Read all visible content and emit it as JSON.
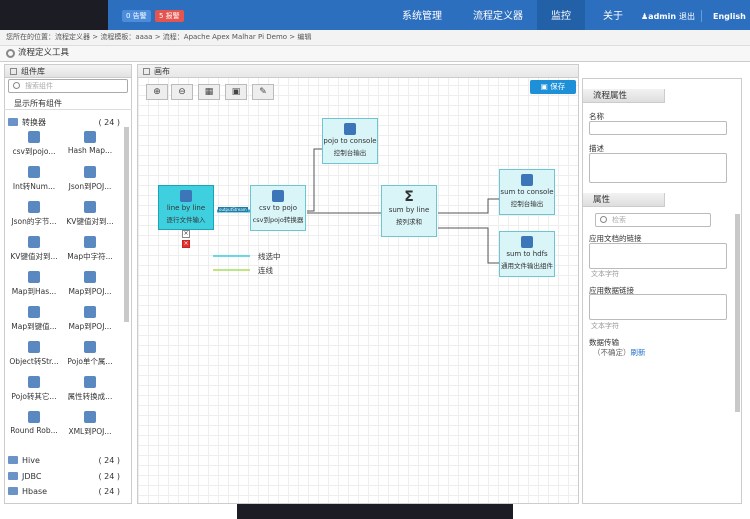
{
  "header": {
    "badge_info": "0 告警",
    "badge_alert": "5 报警",
    "nav": [
      "系统管理",
      "流程定义器",
      "监控",
      "关于"
    ],
    "user": "admin",
    "logout": "退出",
    "lang": "English"
  },
  "breadcrumb": "您所在的位置：流程定义器 > 流程模板：aaaa > 流程：Apache Apex Malhar Pi Demo > 编辑",
  "tool_title": "流程定义工具",
  "left": {
    "title": "组件库",
    "search_placeholder": "搜索组件",
    "show_all": "显示所有组件",
    "group1": {
      "name": "转换器",
      "count": "( 24 )"
    },
    "components": [
      "csv到pojo...",
      "Hash Map...",
      "Int转Num...",
      "Json到POJ...",
      "Json的字节...",
      "KV键值对到...",
      "KV键值对到...",
      "Map中字符...",
      "Map到Has...",
      "Map到POJ...",
      "Map到键值...",
      "Map到POJ...",
      "Object转Str...",
      "Pojo单个属...",
      "Pojo转其它...",
      "属性转换成...",
      "Round Rob...",
      "XML到POJ..."
    ],
    "groups": [
      {
        "name": "Hive",
        "count": "( 24 )"
      },
      {
        "name": "JDBC",
        "count": "( 24 )"
      },
      {
        "name": "Hbase",
        "count": "( 24 )"
      }
    ]
  },
  "canvas": {
    "title": "画布",
    "save": "保存",
    "nodes": {
      "line": {
        "t1": "line by line",
        "t2": "逐行文件输入"
      },
      "csv": {
        "t1": "csv to pojo",
        "t2": "csv到pojo转换器"
      },
      "console1": {
        "t1": "pojo to console",
        "t2": "控制台输出"
      },
      "sum": {
        "t1": "sum by line",
        "t2": "按列求和"
      },
      "console2": {
        "t1": "sum to console",
        "t2": "控制台输出"
      },
      "hdfs": {
        "t1": "sum to hdfs",
        "t2": "通用文件输出组件"
      }
    },
    "edge_label": "outputStream",
    "legend_selected": "线选中",
    "legend_link": "连线"
  },
  "props": {
    "title": "流程属性",
    "name_label": "名称",
    "desc_label": "描述",
    "attr_title": "属性",
    "attr_search": "检索",
    "doc_link_label": "应用文档的链接",
    "hint1": "文本字符",
    "data_link_label": "应用数据链接",
    "hint2": "文本字符",
    "transfer_label": "数据传输",
    "transfer_value": "（不确定）",
    "transfer_link": "刷新"
  },
  "colors": {
    "topbar": "#2d6fbf",
    "accent": "#1e90d8",
    "node": "#d9f5f8",
    "selected_node": "#3fd0e0"
  }
}
